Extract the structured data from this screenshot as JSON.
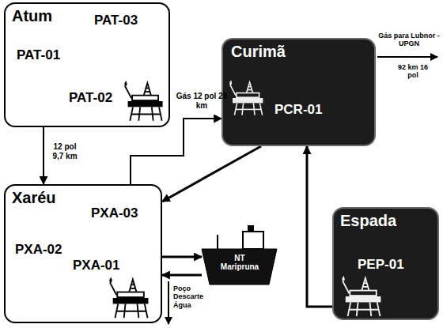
{
  "diagram": {
    "nodes": [
      {
        "text": [
          "Atum",
          "PAT-03",
          "PAT-01",
          "PAT-02"
        ]
      },
      {
        "text": [
          "Curimã",
          "PCR-01"
        ]
      },
      {
        "text": [
          "Xaréu",
          "PXA-03",
          "PXA-02",
          "PXA-01"
        ]
      },
      {
        "text": [
          "NT Maripruna"
        ]
      },
      {
        "text": [
          "Espada",
          "PEP-01"
        ]
      }
    ],
    "edges": [
      {
        "from": 0,
        "to": 2,
        "arrow": "to",
        "label": "12 pol 9,7 km"
      },
      {
        "from": 2,
        "to": 1,
        "arrow": "to",
        "label": "Gás 12 pol 28 km"
      },
      {
        "from": 1,
        "to": 2,
        "arrow": "to"
      },
      {
        "from": 4,
        "to": 1,
        "arrow": "to"
      },
      {
        "from": 2,
        "to": 3,
        "arrow": "to"
      },
      {
        "from": 3,
        "to": 2,
        "arrow": "to"
      }
    ],
    "labels": [
      "Gás para Lubnor - UPGN",
      "92 km 16 pol",
      "Poço Descarte Água"
    ]
  }
}
